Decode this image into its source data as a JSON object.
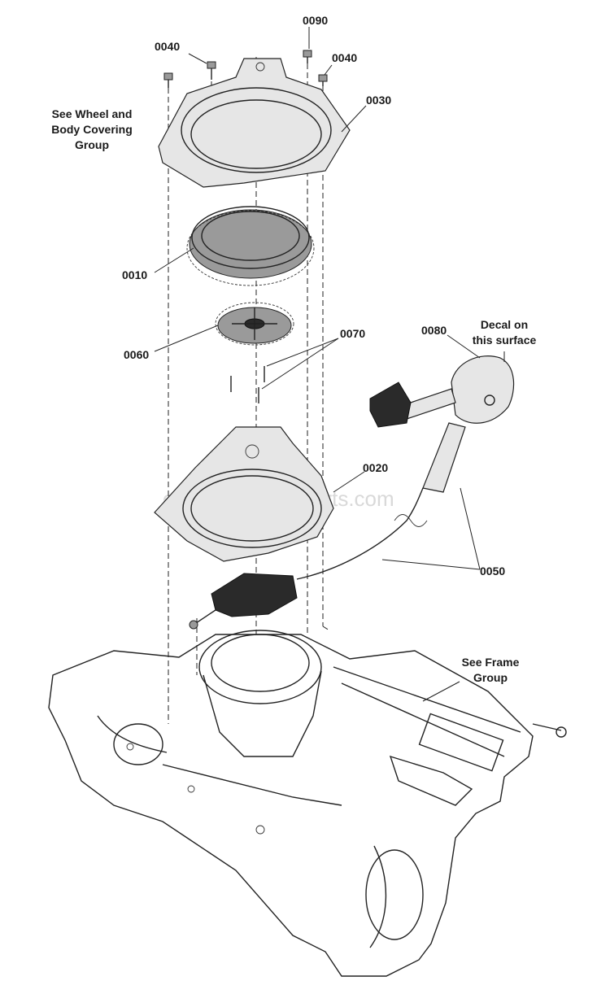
{
  "watermark": "eReplacementParts.com",
  "callouts": {
    "c0010": "0010",
    "c0020": "0020",
    "c0030": "0030",
    "c0040a": "0040",
    "c0040b": "0040",
    "c0050": "0050",
    "c0060": "0060",
    "c0070": "0070",
    "c0080": "0080",
    "c0090": "0090"
  },
  "notes": {
    "wheel_body": [
      "See Wheel and",
      "Body Covering",
      "Group"
    ],
    "decal": [
      "Decal on",
      "this surface"
    ],
    "frame": [
      "See Frame",
      "Group"
    ]
  }
}
